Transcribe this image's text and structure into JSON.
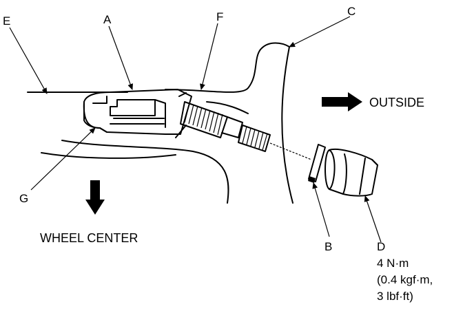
{
  "labels": {
    "A": "A",
    "B": "B",
    "C": "C",
    "D": "D",
    "E": "E",
    "F": "F",
    "G": "G"
  },
  "directions": {
    "outside": "OUTSIDE",
    "wheel_center": "WHEEL CENTER"
  },
  "torque": {
    "line1": "4 N·m",
    "line2": "(0.4 kgf·m,",
    "line3": "3 lbf·ft)"
  }
}
